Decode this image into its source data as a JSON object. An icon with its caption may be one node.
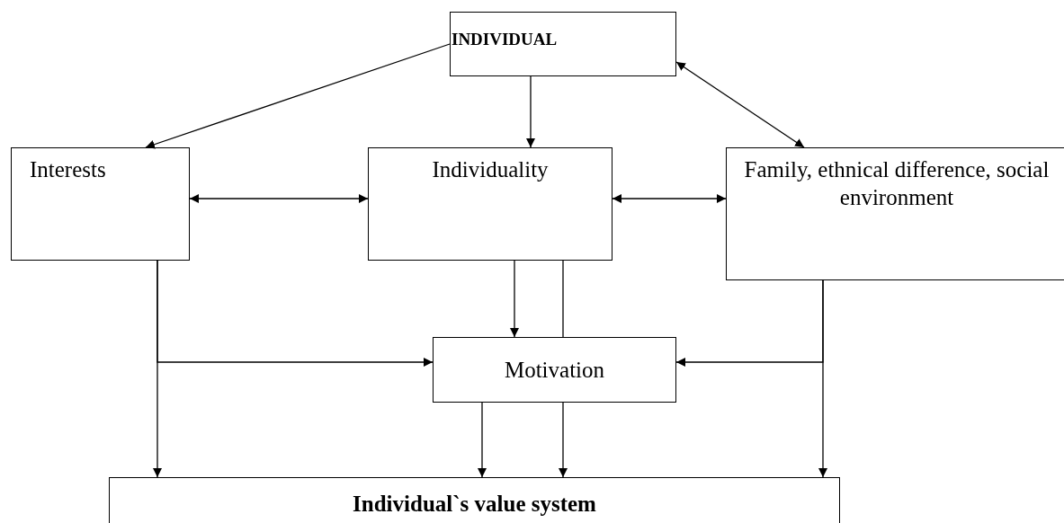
{
  "diagram": {
    "nodes": [
      {
        "text": [
          "INDIVIDUAL"
        ]
      },
      {
        "text": [
          "Interests"
        ]
      },
      {
        "text": [
          "Individuality"
        ]
      },
      {
        "text": [
          "Family, ethnical difference, social environment"
        ]
      },
      {
        "text": [
          "Motivation"
        ]
      },
      {
        "text": [
          "Individual`s value system"
        ]
      }
    ],
    "edges": [
      {
        "from": 0,
        "to": 1,
        "arrow": "to"
      },
      {
        "from": 0,
        "to": 2,
        "arrow": "to"
      },
      {
        "from": 0,
        "to": 3,
        "arrow": "both"
      },
      {
        "from": 1,
        "to": 2,
        "arrow": "both"
      },
      {
        "from": 2,
        "to": 3,
        "arrow": "both"
      },
      {
        "from": 1,
        "to": 5,
        "arrow": "to"
      },
      {
        "from": 1,
        "to": 4,
        "arrow": "to"
      },
      {
        "from": 2,
        "to": 4,
        "arrow": "to"
      },
      {
        "from": 2,
        "to": 4,
        "arrow": "none"
      },
      {
        "from": 3,
        "to": 5,
        "arrow": "to"
      },
      {
        "from": 3,
        "to": 4,
        "arrow": "to"
      },
      {
        "from": 4,
        "to": 5,
        "arrow": "to"
      },
      {
        "from": 4,
        "to": 5,
        "arrow": "to"
      }
    ]
  }
}
